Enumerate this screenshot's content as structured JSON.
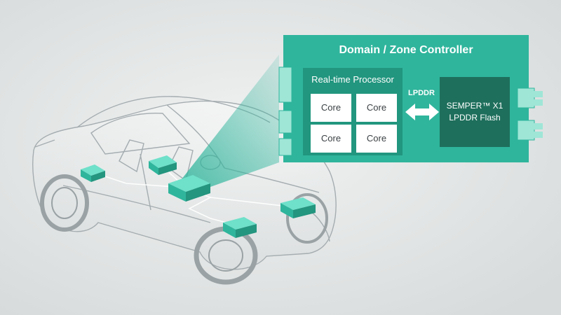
{
  "controller": {
    "title": "Domain / Zone Controller"
  },
  "processor": {
    "title": "Real-time Processor",
    "cores": [
      "Core",
      "Core",
      "Core",
      "Core"
    ]
  },
  "link": {
    "label": "LPDDR"
  },
  "memory": {
    "line1": "SEMPER™ X1",
    "line2": "LPDDR Flash"
  },
  "colors": {
    "background": "#e6e8e8",
    "controller_fill": "#2fb59c",
    "processor_fill": "#22967f",
    "memory_fill": "#1e6f5c",
    "core_fill": "#ffffff",
    "module_fill": "#38c8ad",
    "car_stroke": "#a5adb0"
  }
}
